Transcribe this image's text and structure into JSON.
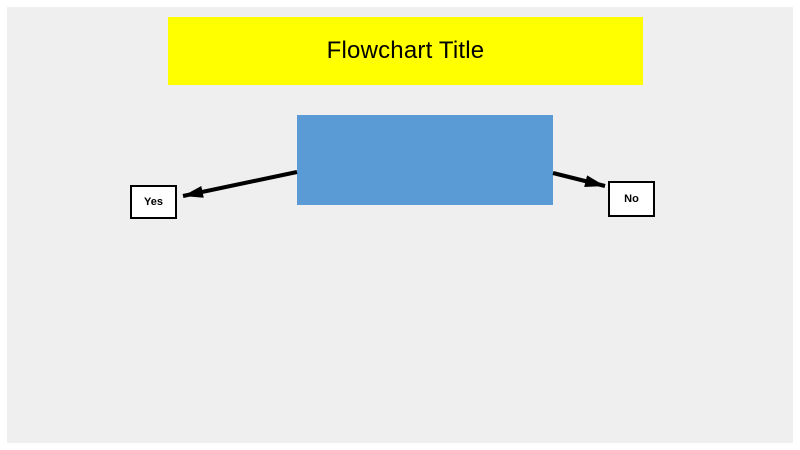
{
  "title_box": {
    "label": "Flowchart Title",
    "fill": "#ffff00",
    "text_color": "#000000"
  },
  "process_box": {
    "fill": "#5b9bd5"
  },
  "branches": [
    {
      "label": "Yes"
    },
    {
      "label": "No"
    }
  ],
  "colors": {
    "page_background": "#ffffff",
    "panel_background": "#efefef",
    "arrow": "#000000",
    "branch_box_fill": "#ffffff",
    "branch_box_border": "#000000"
  }
}
